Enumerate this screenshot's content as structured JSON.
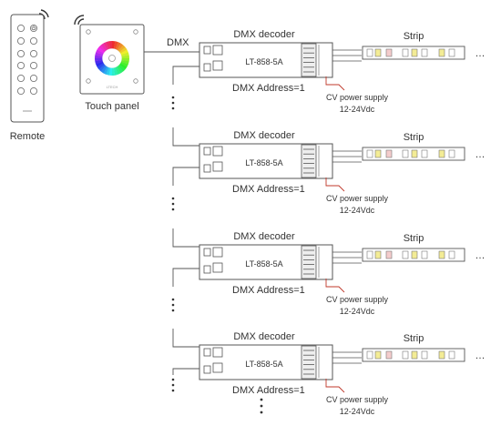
{
  "remote": {
    "label": "Remote"
  },
  "touch_panel": {
    "label": "Touch panel",
    "brand": "LTECH"
  },
  "bus_label": "DMX",
  "decoders": [
    {
      "title": "DMX decoder",
      "model": "LT-858-5A",
      "address": "DMX Address=1",
      "power_line1": "CV power supply",
      "power_line2": "12-24Vdc",
      "strip_label": "Strip"
    },
    {
      "title": "DMX decoder",
      "model": "LT-858-5A",
      "address": "DMX Address=1",
      "power_line1": "CV power supply",
      "power_line2": "12-24Vdc",
      "strip_label": "Strip"
    },
    {
      "title": "DMX decoder",
      "model": "LT-858-5A",
      "address": "DMX Address=1",
      "power_line1": "CV power supply",
      "power_line2": "12-24Vdc",
      "strip_label": "Strip"
    },
    {
      "title": "DMX decoder",
      "model": "LT-858-5A",
      "address": "DMX Address=1",
      "power_line1": "CV power supply",
      "power_line2": "12-24Vdc",
      "strip_label": "Strip"
    }
  ],
  "continuation": "…",
  "colors": {
    "line": "#555555",
    "power_wire": "#c0392b",
    "led_yellow": "#f3ec95",
    "led_pink": "#f4cccc"
  },
  "icons": [
    "wireless-signal-icon",
    "color-wheel-icon",
    "power-icon",
    "led-chip-icon"
  ]
}
